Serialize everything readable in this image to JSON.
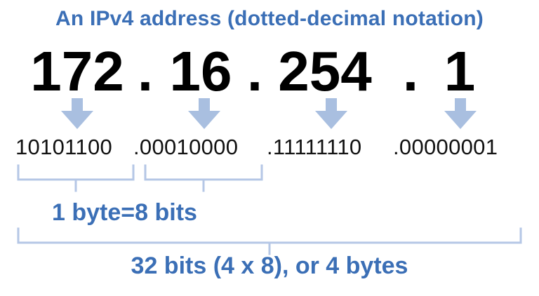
{
  "title": "An IPv4 address (dotted-decimal notation)",
  "octets": [
    "172",
    "16",
    "254",
    "1"
  ],
  "separator": ".",
  "binary": [
    "10101100",
    ".00010000",
    ".11111110",
    ".00000001"
  ],
  "byte_label": "1 byte=8 bits",
  "total_label": "32 bits (4 x 8), or 4 bytes",
  "colors": {
    "accent": "#3b6fb6",
    "arrow": "#a9bfe0",
    "bracket": "#b5c7e6",
    "text": "#000000"
  }
}
